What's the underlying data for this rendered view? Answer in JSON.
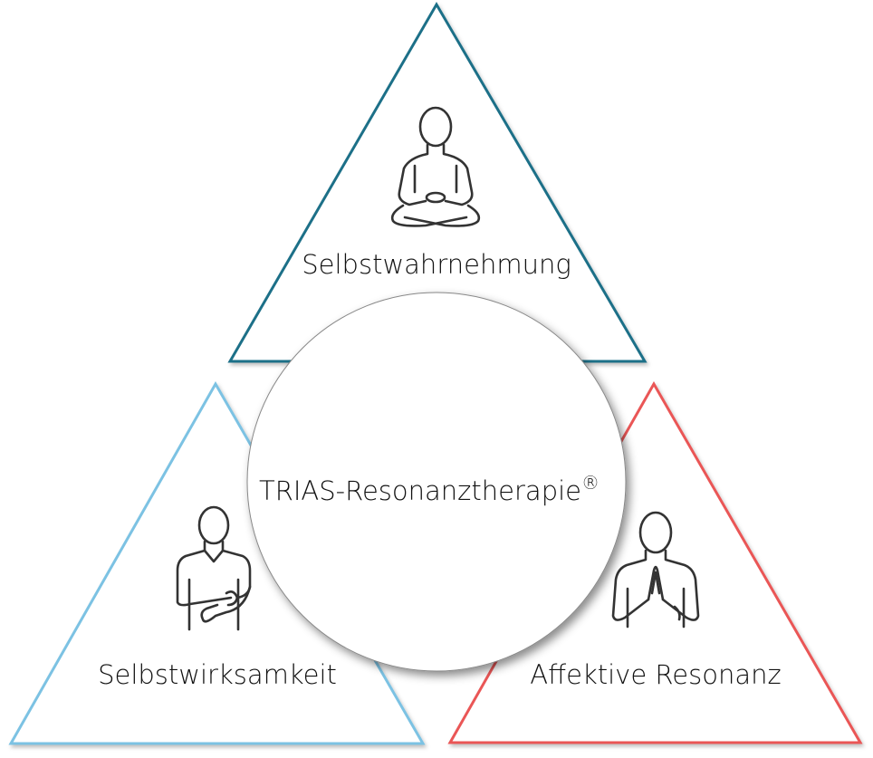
{
  "colors": {
    "top_triangle": "#1f6f88",
    "left_triangle": "#7bc2e3",
    "right_triangle": "#ea5656",
    "circle_fill": "#ffffff",
    "circle_stroke": "#888888",
    "figure_stroke": "#333333"
  },
  "center": {
    "title": "TRIAS-Resonanztherapie",
    "mark": "®"
  },
  "segments": [
    {
      "label": "Selbstwahrnehmung",
      "icon": "meditating-person-icon"
    },
    {
      "label": "Selbstwirksamkeit",
      "icon": "self-touch-person-icon"
    },
    {
      "label": "Affektive Resonanz",
      "icon": "praying-hands-person-icon"
    }
  ]
}
